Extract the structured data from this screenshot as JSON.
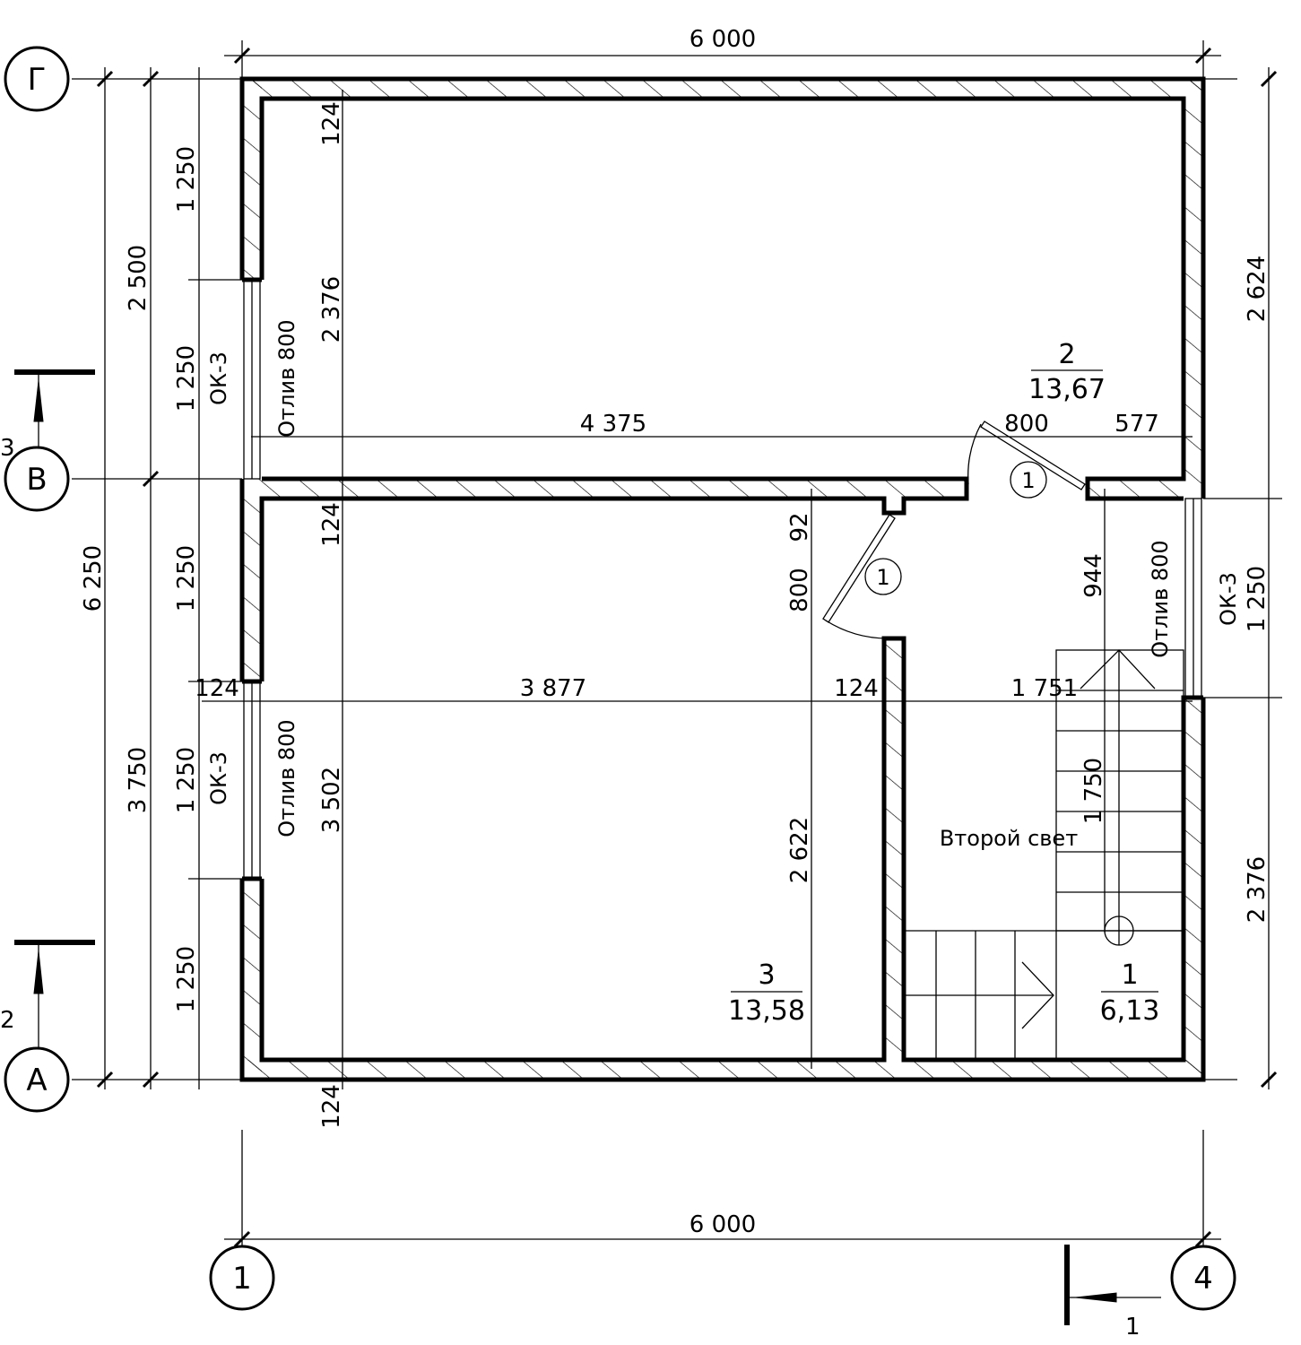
{
  "plan": {
    "overall_width": "6 000",
    "overall_width_bottom": "6 000",
    "left_dims": {
      "total": "6 250",
      "upper": "2 500",
      "lower": "3 750",
      "segments": [
        "1 250",
        "1 250",
        "1 250",
        "1 250",
        "1 250"
      ],
      "wall": "124"
    },
    "window_labels": [
      "ОК-3",
      "ОК-3",
      "ОК-3"
    ],
    "sill_labels": [
      "Отлив 800",
      "Отлив 800",
      "Отлив 800"
    ],
    "inner_vertical": [
      "124",
      "2 376",
      "124",
      "3 502",
      "124"
    ],
    "row_upper": [
      "4 375",
      "800",
      "577"
    ],
    "row_lower": [
      "124",
      "3 877",
      "124",
      "1 751"
    ],
    "partition_dims": [
      "92",
      "800",
      "2 622"
    ],
    "stair_dims": [
      "944",
      "1 750"
    ],
    "right_dims": [
      "2 624",
      "1 250",
      "2 376"
    ],
    "rooms": [
      {
        "number": "2",
        "area": "13,67"
      },
      {
        "number": "3",
        "area": "13,58"
      },
      {
        "number": "1",
        "area": "6,13"
      }
    ],
    "second_light": "Второй свет",
    "door_marks": [
      "1",
      "1"
    ],
    "axes": {
      "g": "Г",
      "v": "В",
      "a": "А",
      "one": "1",
      "four": "4"
    },
    "sections": {
      "s3": "3",
      "s2": "2",
      "s1": "1"
    }
  }
}
